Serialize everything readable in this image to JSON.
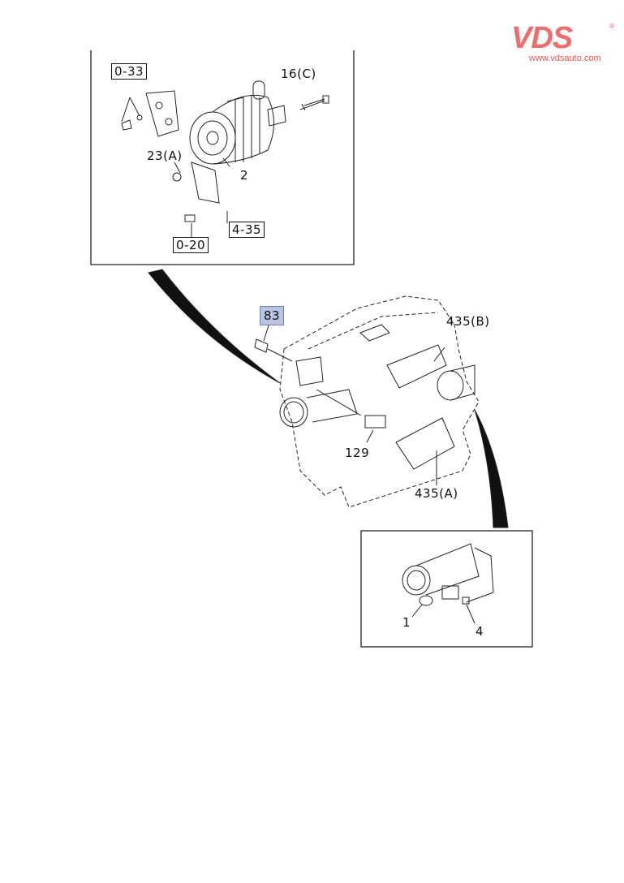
{
  "logo": {
    "brand": "VDS",
    "registered": "®",
    "url": "www.vdsauto.com",
    "color": "#f26b6b"
  },
  "highlight_color": "#b8c5e2",
  "callouts": {
    "top_inset": {
      "ref_0_33": "0-33",
      "bolt_16c": "16(C)",
      "nut_23a": "23(A)",
      "alternator_2": "2",
      "ref_4_35": "4-35",
      "ref_0_20": "0-20"
    },
    "engine": {
      "sensor_83": "83",
      "cover_435b": "435(B)",
      "sensor_129": "129",
      "cover_435a": "435(A)"
    },
    "starter_inset": {
      "starter_1": "1",
      "bolt_4": "4"
    }
  }
}
